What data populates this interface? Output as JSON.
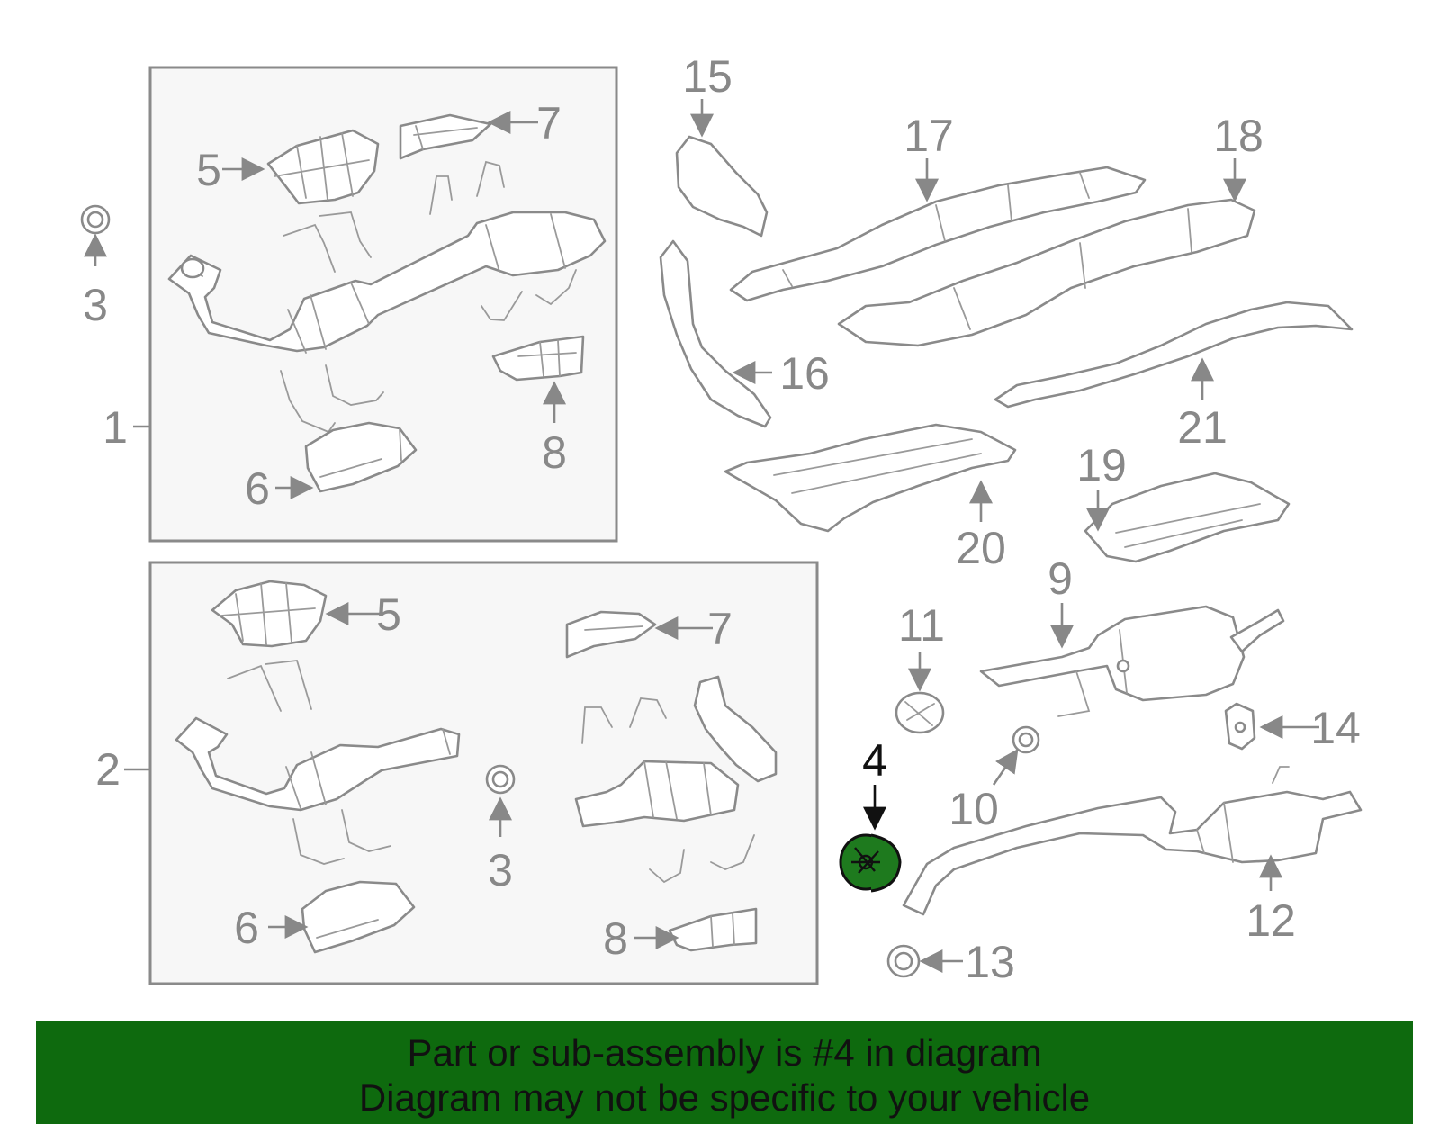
{
  "diagram": {
    "callouts": {
      "c1": "1",
      "c2": "2",
      "c3a": "3",
      "c3b": "3",
      "c4": "4",
      "c5a": "5",
      "c5b": "5",
      "c6a": "6",
      "c6b": "6",
      "c7a": "7",
      "c7b": "7",
      "c8a": "8",
      "c8b": "8",
      "c9": "9",
      "c10": "10",
      "c11": "11",
      "c12": "12",
      "c13": "13",
      "c14": "14",
      "c15": "15",
      "c16": "16",
      "c17": "17",
      "c18": "18",
      "c19": "19",
      "c20": "20",
      "c21": "21"
    },
    "highlight_color": "#1e7a1e",
    "line_color": "#8a8a8a"
  },
  "banner": {
    "line1": "Part or sub-assembly is #4 in diagram",
    "line2": "Diagram may not be specific to your vehicle",
    "background": "#0e6a0e"
  }
}
